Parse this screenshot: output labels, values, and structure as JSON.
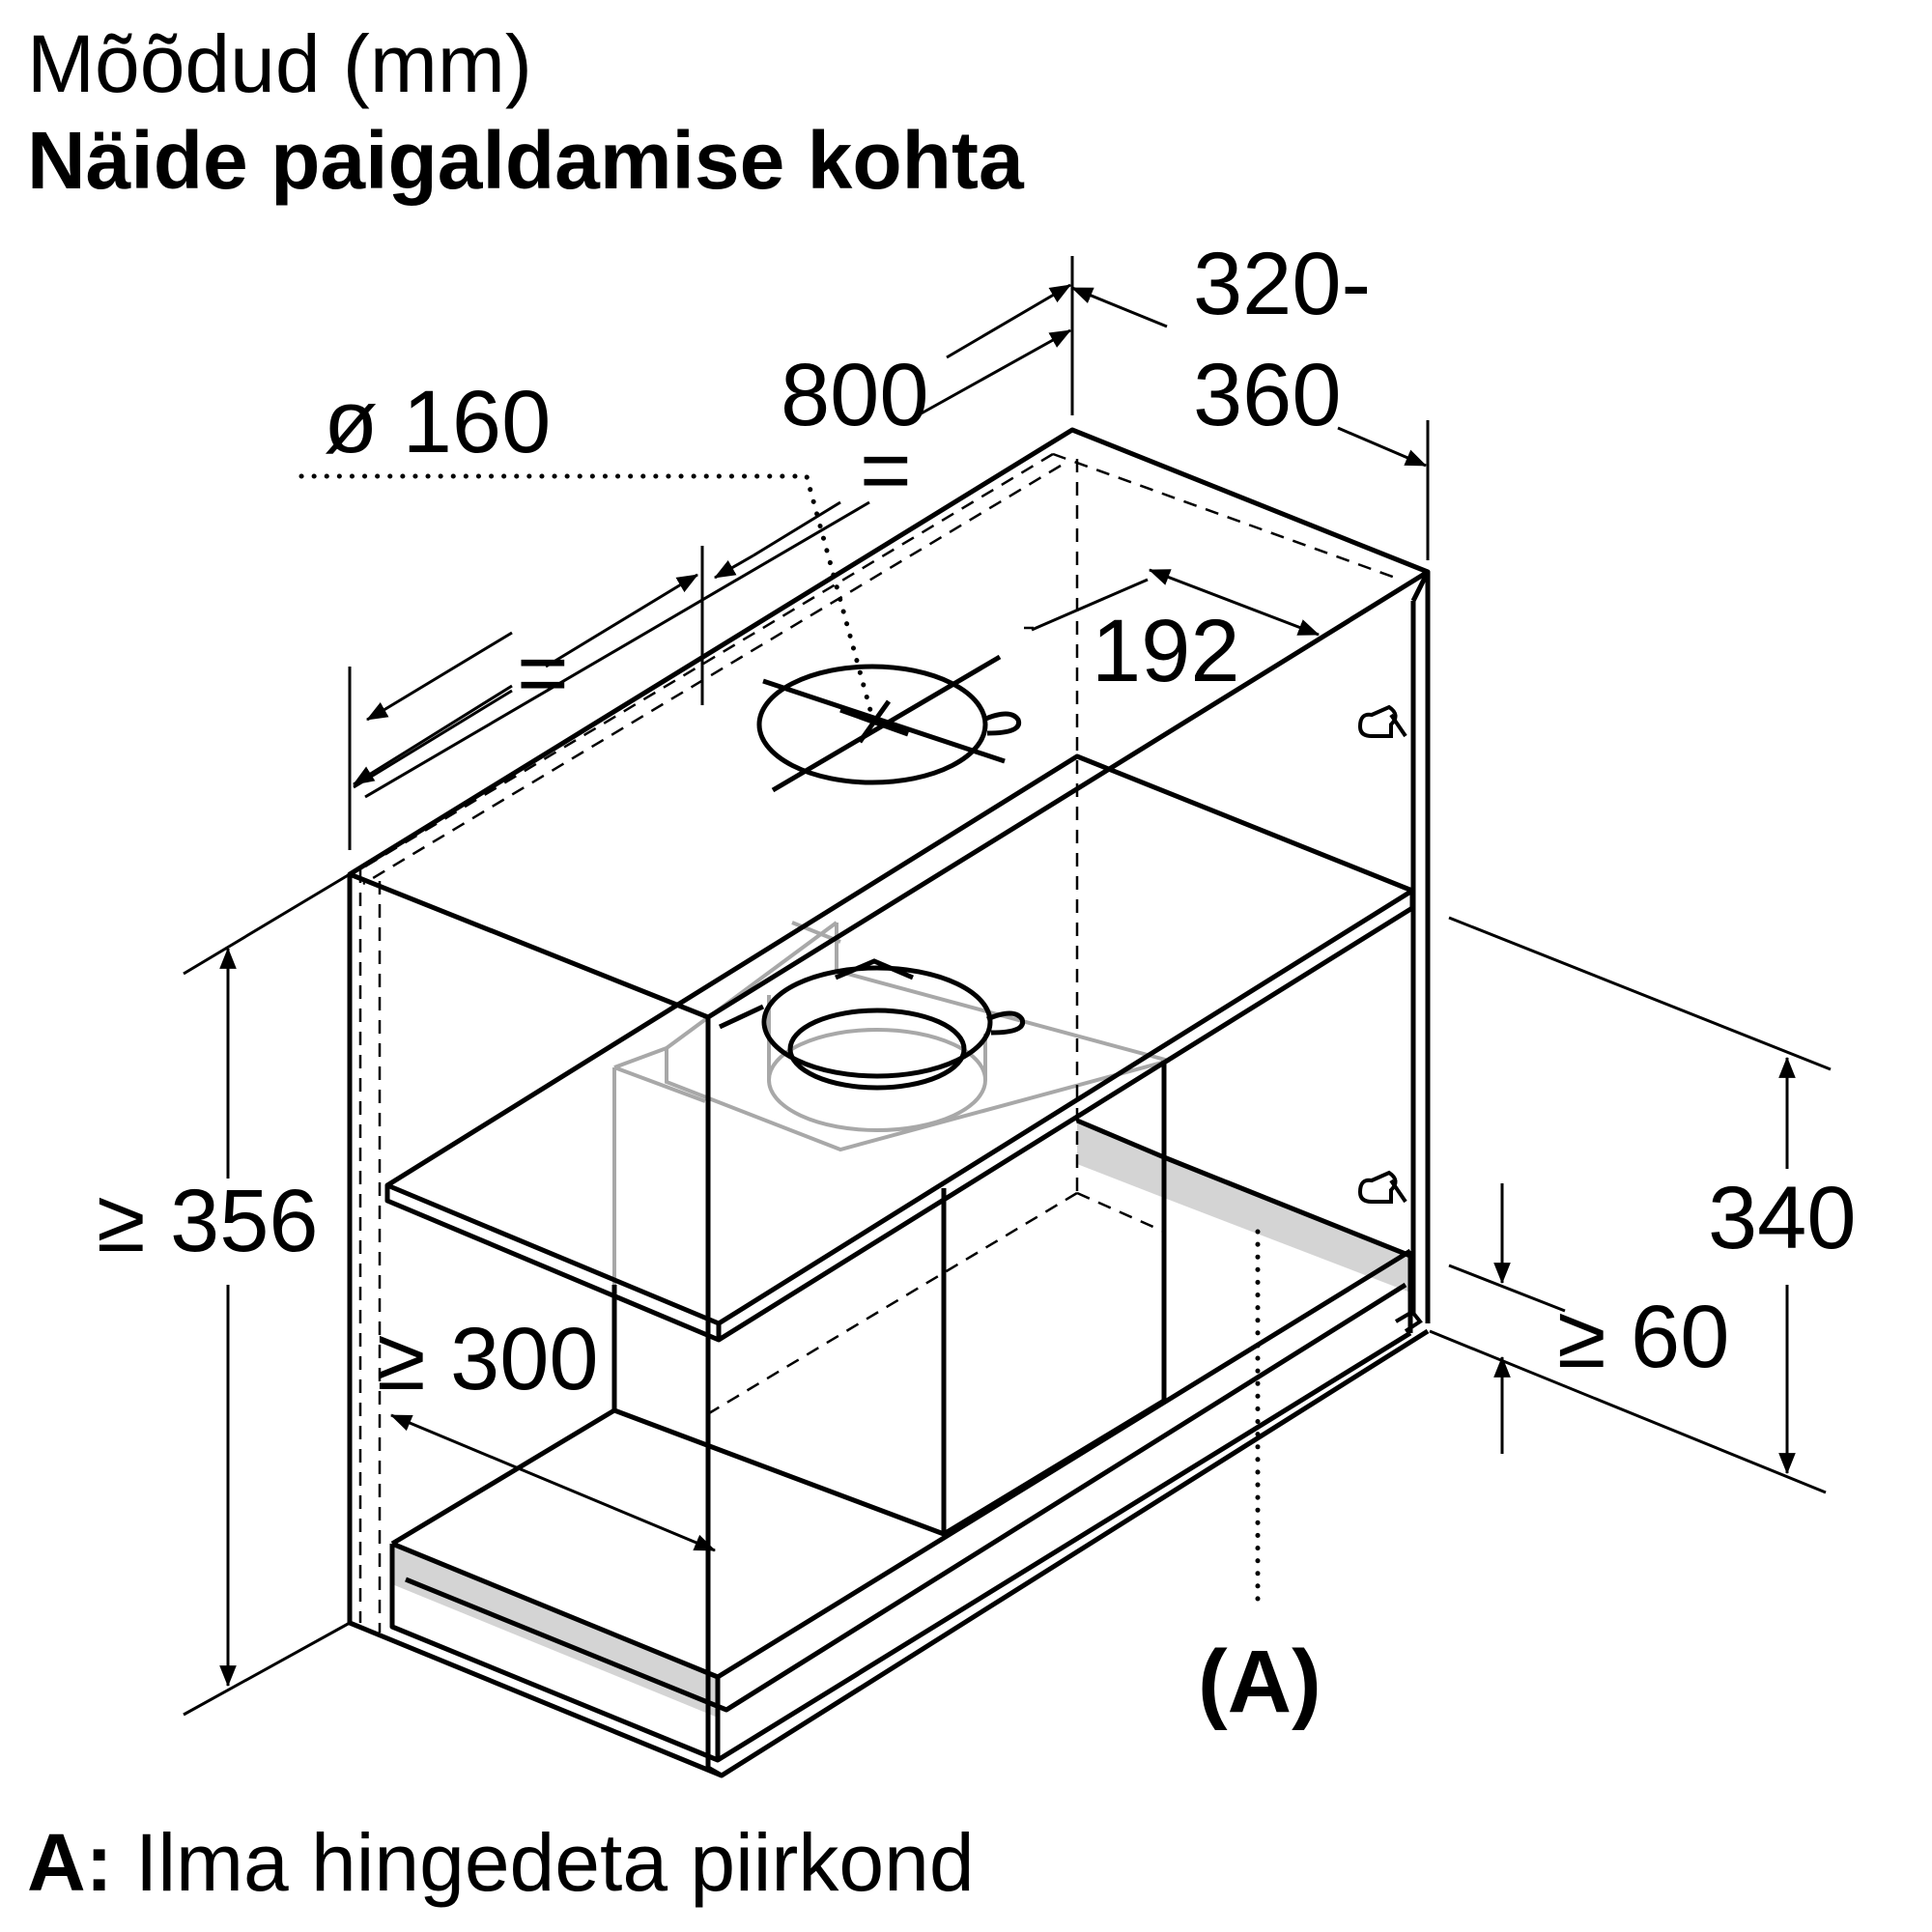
{
  "header": {
    "title": "Mõõdud (mm)",
    "subtitle": "Näide paigaldamise kohta"
  },
  "dimensions": {
    "duct_diameter": "ø 160",
    "width": "800",
    "equal_left": "=",
    "equal_right": "=",
    "depth_line1": "320-",
    "depth_line2": "360",
    "offset": "192",
    "cabinet_height": "≥ 356",
    "inner_height": "≥ 300",
    "appliance_height": "340",
    "min_gap": "≥ 60",
    "area_marker": "(A)"
  },
  "legend": {
    "key": "A:",
    "text": "Ilma hingedeta piirkond"
  },
  "colors": {
    "line": "#000000",
    "shade": "#d4d4d4",
    "ghost": "#a8a8a8"
  }
}
